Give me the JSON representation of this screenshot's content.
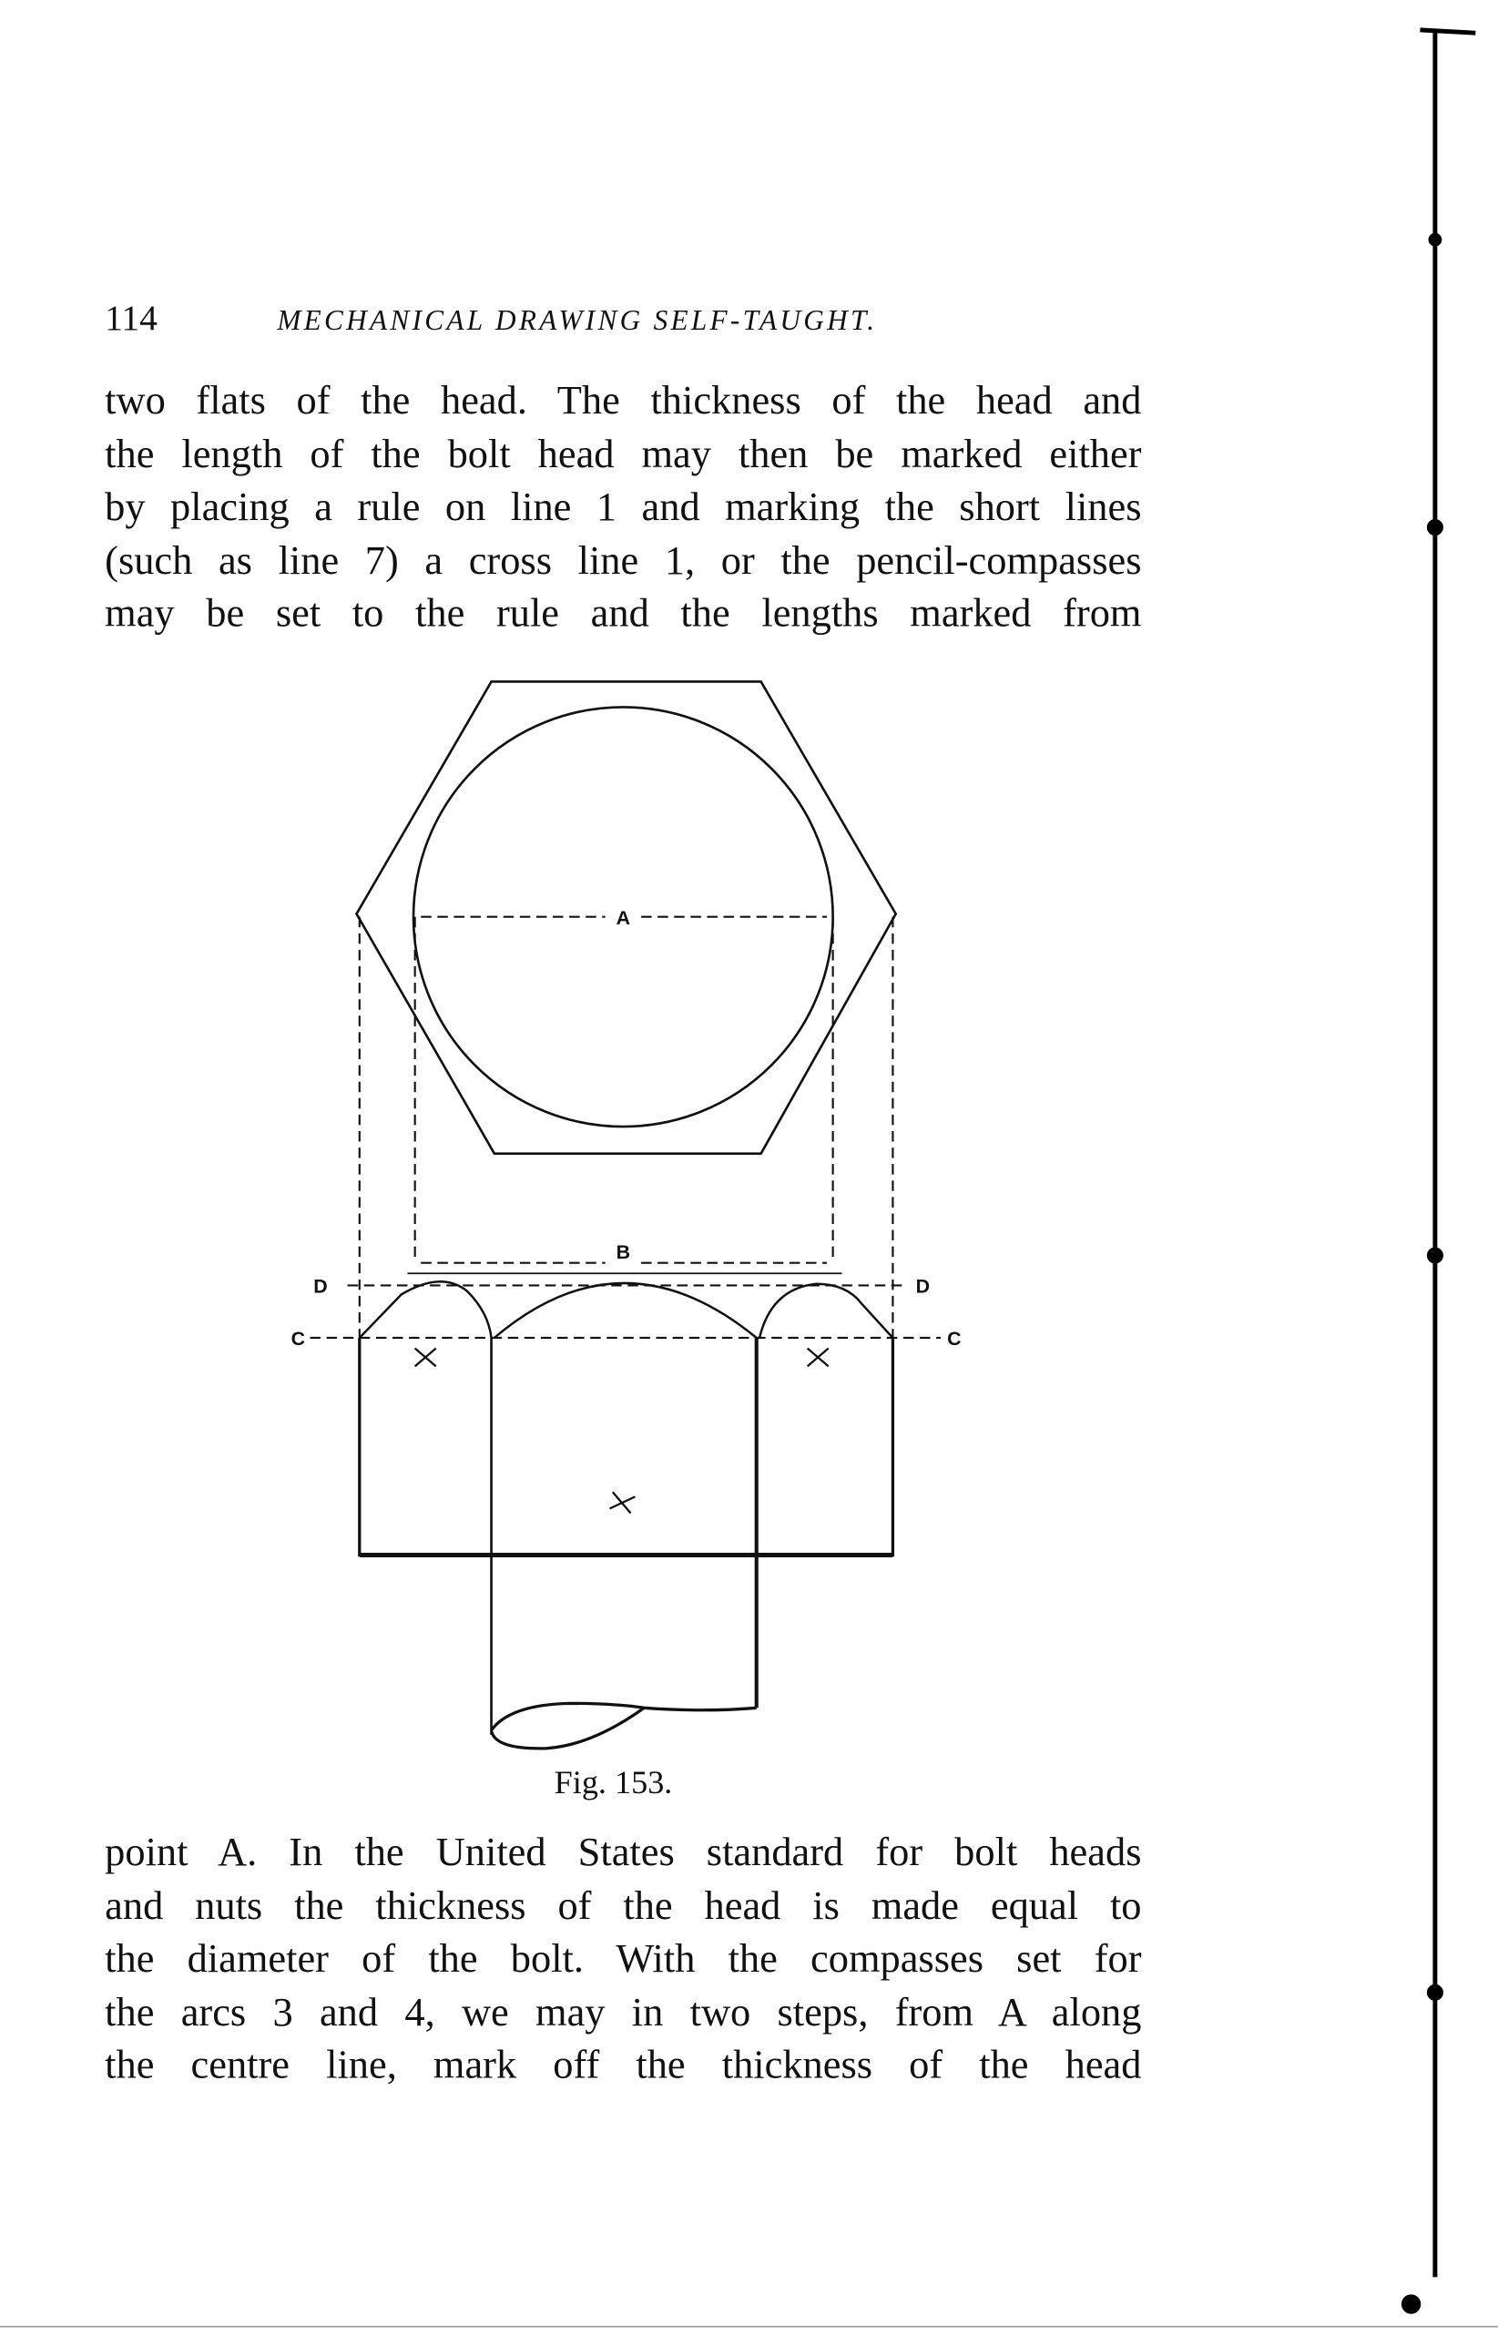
{
  "header": {
    "page_number": "114",
    "running_title": "MECHANICAL DRAWING SELF-TAUGHT."
  },
  "paragraph_top": [
    "two flats of the head.  The thickness of the head and",
    "the length of the bolt head may then be marked either",
    "by placing a rule on line 1 and marking the short lines",
    "(such as line 7) a cross line 1, or the pencil-compasses",
    "may be set to the rule and the lengths marked from"
  ],
  "figure": {
    "caption": "Fig. 153.",
    "labels": {
      "a": "A",
      "b": "B",
      "c_left": "C",
      "c_right": "C",
      "d_left": "D",
      "d_right": "D"
    }
  },
  "paragraph_bottom": [
    "point A.  In the United States standard for bolt heads",
    "and nuts the thickness of the head is made equal to",
    "the diameter of the bolt.  With the compasses set for",
    "the arcs 3 and 4, we may in two steps, from A along",
    "the centre line, mark off the thickness of the head"
  ]
}
